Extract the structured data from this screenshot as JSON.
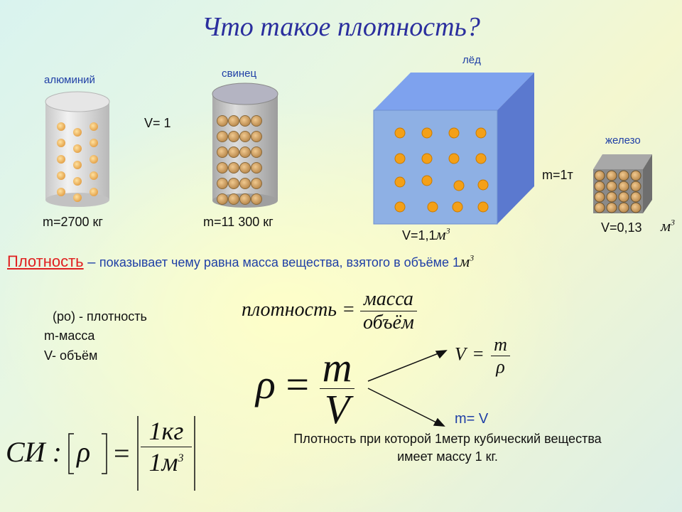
{
  "title": "Что такое плотность?",
  "objects": {
    "aluminum": {
      "name": "алюминий",
      "mass": "m=2700 кг"
    },
    "lead": {
      "name": "свинец",
      "mass": "m=11 300 кг"
    },
    "volume_common": "V= 1",
    "ice": {
      "name": "лёд",
      "mass": "m=1т",
      "volume": "V=1,1"
    },
    "iron": {
      "name": "железо",
      "volume": "V=0,13"
    }
  },
  "unit_m3": "м",
  "unit_exp": "3",
  "definition": {
    "term": "Плотность",
    "dash": " – ",
    "text": "показывает чему равна масса вещества, взятого в объёме 1"
  },
  "legend": {
    "rho": "(ро) - плотность",
    "m": "m-масса",
    "v": "V- объём"
  },
  "formula_words": {
    "lhs": "плотность",
    "eq": "=",
    "num": "масса",
    "den": "объём"
  },
  "formula_main": {
    "rho": "ρ",
    "eq": "=",
    "num": "m",
    "den": "V"
  },
  "formula_v": {
    "lhs": "V",
    "eq": "=",
    "num": "m",
    "den": "ρ"
  },
  "formula_m": "m= V",
  "si": {
    "label": "СИ :",
    "rho": "ρ",
    "eq": "=",
    "num": "1кг",
    "den": "1м",
    "exp": "3"
  },
  "explanation": [
    "Плотность при которой  1метр кубический вещества",
    "имеет массу 1 кг."
  ]
}
